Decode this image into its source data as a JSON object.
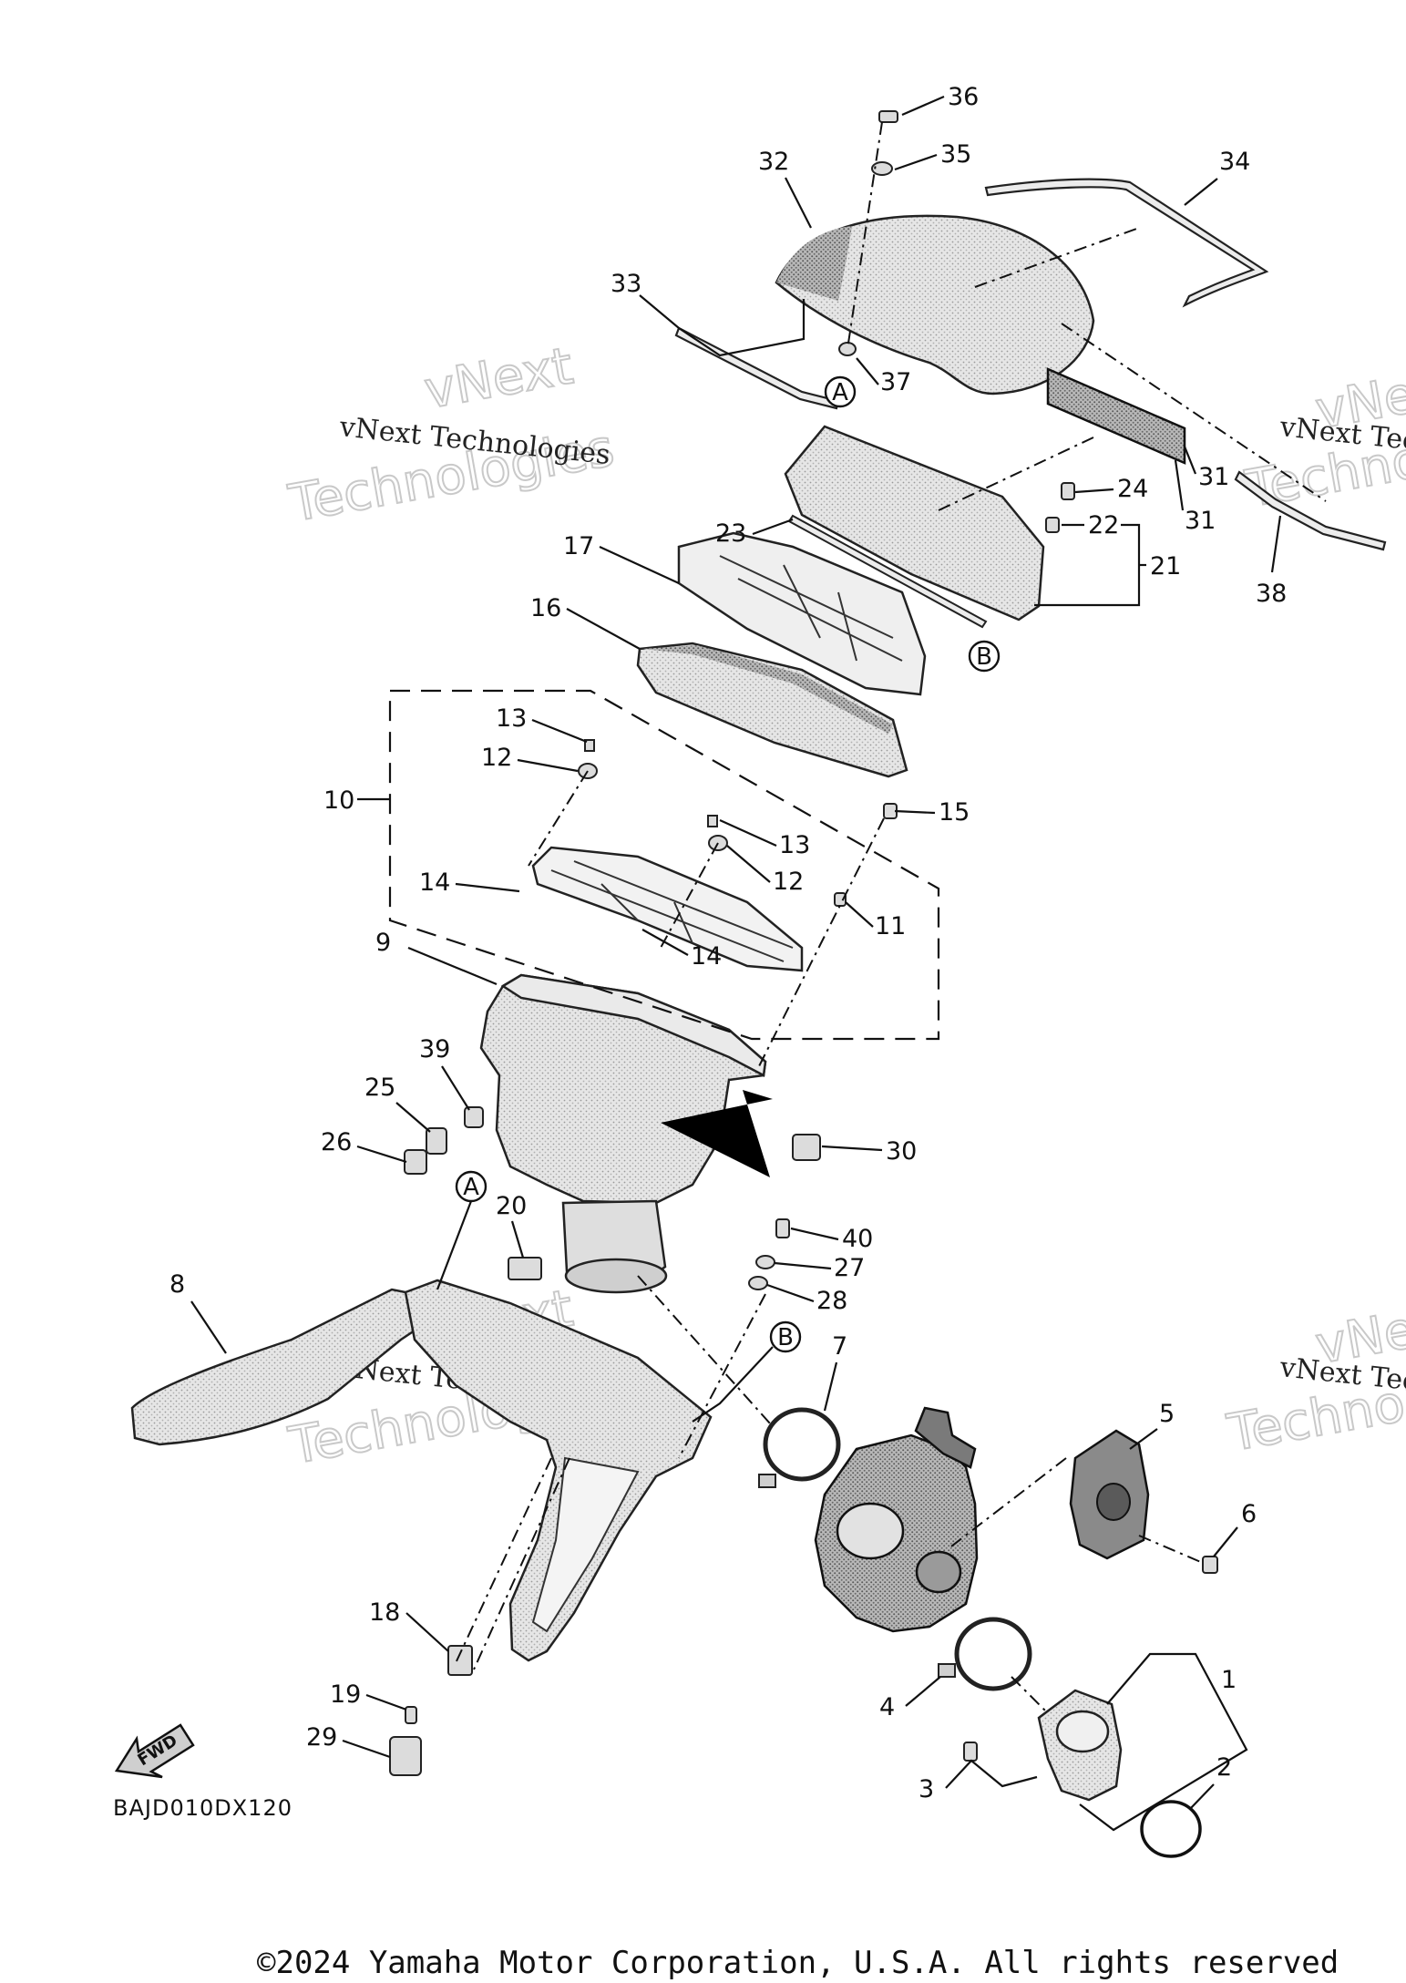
{
  "diagram": {
    "code": "BAJD010DX120",
    "fwd_label": "FWD",
    "copyright": "©2024 Yamaha Motor Corporation, U.S.A. All rights reserved",
    "watermark_primary": "vNext Technologies",
    "watermark_outline_top": "vNext",
    "watermark_outline_bottom": "Technologies",
    "callouts": [
      "36",
      "35",
      "34",
      "32",
      "33",
      "37",
      "31",
      "31",
      "24",
      "22",
      "21",
      "38",
      "23",
      "17",
      "16",
      "13",
      "12",
      "10",
      "15",
      "13",
      "12",
      "14",
      "11",
      "14",
      "9",
      "39",
      "25",
      "26",
      "30",
      "20",
      "40",
      "27",
      "28",
      "8",
      "7",
      "5",
      "6",
      "18",
      "19",
      "29",
      "4",
      "1",
      "3",
      "2"
    ],
    "reference_marks": [
      "A",
      "B",
      "A",
      "B"
    ]
  }
}
